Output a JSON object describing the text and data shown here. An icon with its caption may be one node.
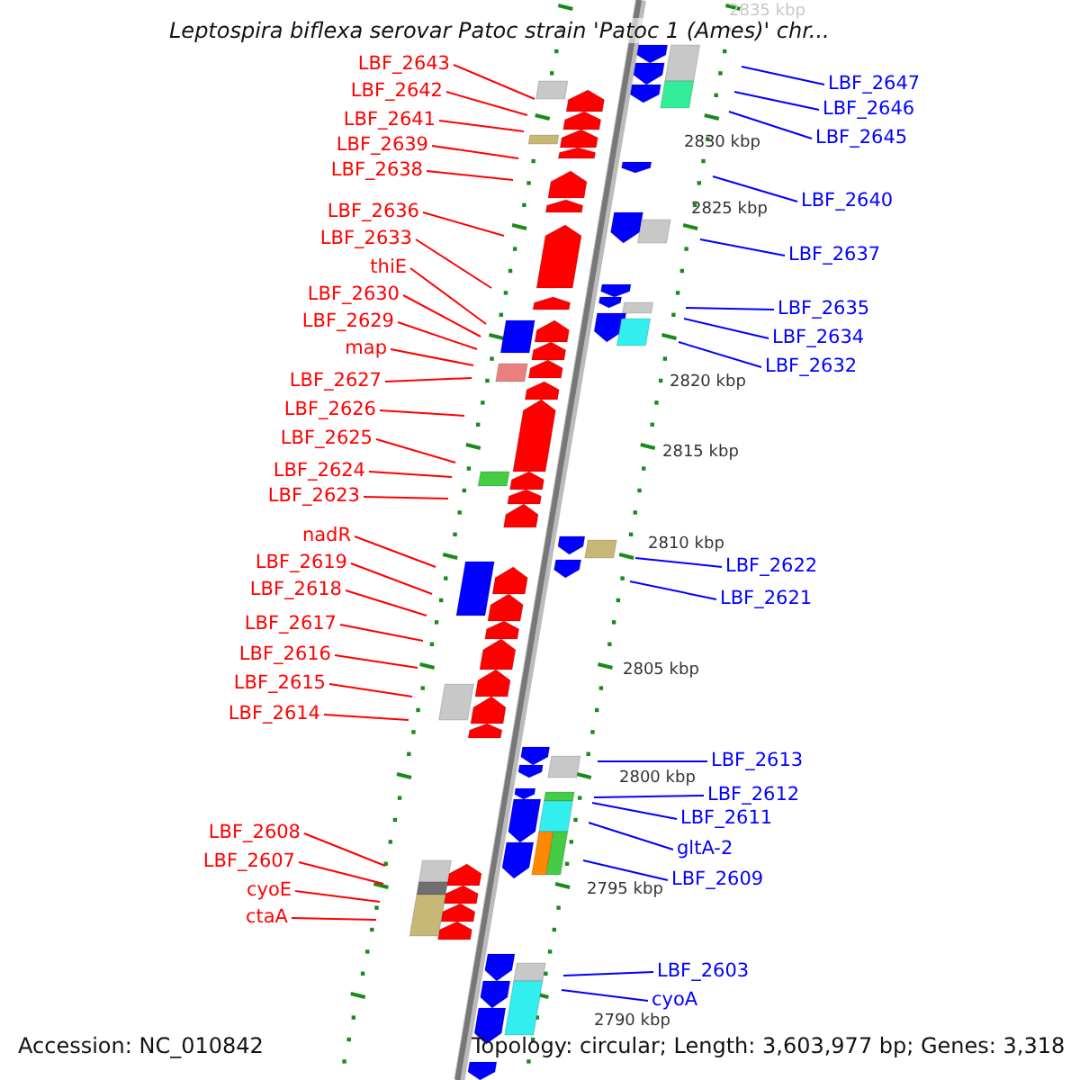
{
  "diagram": {
    "title": "Leptospira biflexa serovar Patoc strain 'Patoc 1 (Ames)' chr...",
    "nodes": [
      {
        "text": [
          "LBF_2643"
        ]
      },
      {
        "text": [
          "LBF_2642"
        ]
      },
      {
        "text": [
          "LBF_2641"
        ]
      },
      {
        "text": [
          "LBF_2639"
        ]
      },
      {
        "text": [
          "LBF_2638"
        ]
      },
      {
        "text": [
          "LBF_2636"
        ]
      },
      {
        "text": [
          "LBF_2633"
        ]
      },
      {
        "text": [
          "thiE"
        ]
      },
      {
        "text": [
          "LBF_2630"
        ]
      },
      {
        "text": [
          "LBF_2629"
        ]
      },
      {
        "text": [
          "map"
        ]
      },
      {
        "text": [
          "LBF_2627"
        ]
      },
      {
        "text": [
          "LBF_2626"
        ]
      },
      {
        "text": [
          "LBF_2625"
        ]
      },
      {
        "text": [
          "LBF_2624"
        ]
      },
      {
        "text": [
          "LBF_2623"
        ]
      },
      {
        "text": [
          "nadR"
        ]
      },
      {
        "text": [
          "LBF_2619"
        ]
      },
      {
        "text": [
          "LBF_2618"
        ]
      },
      {
        "text": [
          "LBF_2617"
        ]
      },
      {
        "text": [
          "LBF_2616"
        ]
      },
      {
        "text": [
          "LBF_2615"
        ]
      },
      {
        "text": [
          "LBF_2614"
        ]
      },
      {
        "text": [
          "LBF_2608"
        ]
      },
      {
        "text": [
          "LBF_2607"
        ]
      },
      {
        "text": [
          "cyoE"
        ]
      },
      {
        "text": [
          "ctaA"
        ]
      },
      {
        "text": [
          "LBF_2647"
        ]
      },
      {
        "text": [
          "LBF_2646"
        ]
      },
      {
        "text": [
          "LBF_2645"
        ]
      },
      {
        "text": [
          "LBF_2640"
        ]
      },
      {
        "text": [
          "LBF_2637"
        ]
      },
      {
        "text": [
          "LBF_2635"
        ]
      },
      {
        "text": [
          "LBF_2634"
        ]
      },
      {
        "text": [
          "LBF_2632"
        ]
      },
      {
        "text": [
          "LBF_2622"
        ]
      },
      {
        "text": [
          "LBF_2621"
        ]
      },
      {
        "text": [
          "LBF_2613"
        ]
      },
      {
        "text": [
          "LBF_2612"
        ]
      },
      {
        "text": [
          "LBF_2611"
        ]
      },
      {
        "text": [
          "gltA-2"
        ]
      },
      {
        "text": [
          "LBF_2609"
        ]
      },
      {
        "text": [
          "LBF_2603"
        ]
      },
      {
        "text": [
          "cyoA"
        ]
      }
    ],
    "edges": [
      {
        "from": 0,
        "to": null,
        "arrow": "none"
      },
      {
        "from": 1,
        "to": null,
        "arrow": "none"
      },
      {
        "from": 2,
        "to": null,
        "arrow": "none"
      },
      {
        "from": 3,
        "to": null,
        "arrow": "none"
      },
      {
        "from": 4,
        "to": null,
        "arrow": "none"
      },
      {
        "from": 5,
        "to": null,
        "arrow": "none"
      },
      {
        "from": 6,
        "to": null,
        "arrow": "none"
      },
      {
        "from": 7,
        "to": null,
        "arrow": "none"
      },
      {
        "from": 8,
        "to": null,
        "arrow": "none"
      },
      {
        "from": 9,
        "to": null,
        "arrow": "none"
      },
      {
        "from": 10,
        "to": null,
        "arrow": "none"
      },
      {
        "from": 11,
        "to": null,
        "arrow": "none"
      },
      {
        "from": 12,
        "to": null,
        "arrow": "none"
      },
      {
        "from": 13,
        "to": null,
        "arrow": "none"
      },
      {
        "from": 14,
        "to": null,
        "arrow": "none"
      },
      {
        "from": 15,
        "to": null,
        "arrow": "none"
      },
      {
        "from": 16,
        "to": null,
        "arrow": "none"
      },
      {
        "from": 17,
        "to": null,
        "arrow": "none"
      },
      {
        "from": 18,
        "to": null,
        "arrow": "none"
      },
      {
        "from": 19,
        "to": null,
        "arrow": "none"
      },
      {
        "from": 20,
        "to": null,
        "arrow": "none"
      },
      {
        "from": 21,
        "to": null,
        "arrow": "none"
      },
      {
        "from": 22,
        "to": null,
        "arrow": "none"
      },
      {
        "from": 23,
        "to": null,
        "arrow": "none"
      },
      {
        "from": 24,
        "to": null,
        "arrow": "none"
      },
      {
        "from": 25,
        "to": null,
        "arrow": "none"
      },
      {
        "from": 26,
        "to": null,
        "arrow": "none"
      },
      {
        "from": 27,
        "to": null,
        "arrow": "none",
        "color": "#0000ff"
      },
      {
        "from": 28,
        "to": null,
        "arrow": "none",
        "color": "#0000ff"
      },
      {
        "from": 29,
        "to": null,
        "arrow": "none",
        "color": "#0000ff"
      },
      {
        "from": 30,
        "to": null,
        "arrow": "none",
        "color": "#0000ff"
      },
      {
        "from": 31,
        "to": null,
        "arrow": "none",
        "color": "#0000ff"
      },
      {
        "from": 32,
        "to": null,
        "arrow": "none",
        "color": "#0000ff"
      },
      {
        "from": 33,
        "to": null,
        "arrow": "none",
        "color": "#0000ff"
      },
      {
        "from": 34,
        "to": null,
        "arrow": "none",
        "color": "#0000ff"
      },
      {
        "from": 35,
        "to": null,
        "arrow": "none",
        "color": "#0000ff"
      },
      {
        "from": 36,
        "to": null,
        "arrow": "none",
        "color": "#0000ff"
      },
      {
        "from": 37,
        "to": null,
        "arrow": "none",
        "color": "#0000ff"
      },
      {
        "from": 38,
        "to": null,
        "arrow": "none",
        "color": "#0000ff"
      },
      {
        "from": 39,
        "to": null,
        "arrow": "none",
        "color": "#0000ff"
      },
      {
        "from": 40,
        "to": null,
        "arrow": "none",
        "color": "#0000ff"
      },
      {
        "from": 41,
        "to": null,
        "arrow": "none",
        "color": "#0000ff"
      },
      {
        "from": 42,
        "to": null,
        "arrow": "none",
        "color": "#0000ff"
      },
      {
        "from": 43,
        "to": null,
        "arrow": "none",
        "color": "#0000ff"
      }
    ],
    "labels": [
      "2835 kbp",
      "2830 kbp",
      "2825 kbp",
      "2820 kbp",
      "2815 kbp",
      "2810 kbp",
      "2805 kbp",
      "2800 kbp",
      "2795 kbp",
      "2790 kbp",
      "Accession: NC_010842",
      "Topology: circular; Length: 3,603,977 bp; Genes: 3,318"
    ]
  }
}
